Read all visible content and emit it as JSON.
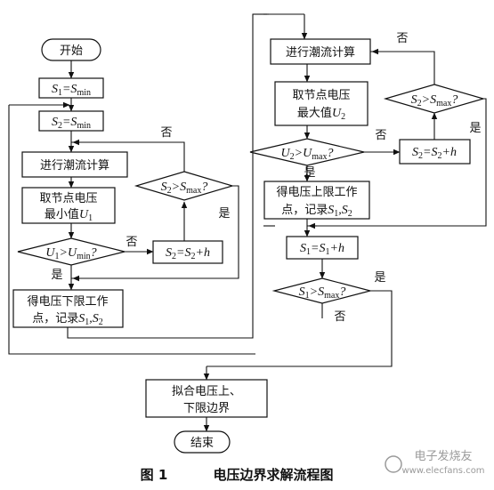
{
  "flow_left": {
    "start": "开始",
    "init_s1": "S1=Smin",
    "init_s2": "S2=Smin",
    "calc": "进行潮流计算",
    "take_min_l1": "取节点电压",
    "take_min_l2": "最小值U1",
    "cond_umin": "U1>Umin?",
    "incr_s2": "S2=S2+h",
    "cond_smax": "S2>Smax?",
    "record_low_l1": "得电压下限工作",
    "record_low_l2": "点，记录S1,S2"
  },
  "flow_right": {
    "calc": "进行潮流计算",
    "take_max_l1": "取节点电压",
    "take_max_l2": "最大值U2",
    "cond_umax": "U2>Umax?",
    "incr_s2": "S2=S2+h",
    "cond_smax": "S2>Smax?",
    "record_up_l1": "得电压上限工作",
    "record_up_l2": "点，记录S1,S2",
    "incr_s1": "S1=S1+h",
    "cond_s1max": "S1>Smax?"
  },
  "flow_end": {
    "fit_l1": "拟合电压上、",
    "fit_l2": "下限边界",
    "end": "结束"
  },
  "labels": {
    "yes": "是",
    "no": "否"
  },
  "caption": {
    "label": "图 1",
    "title": "电压边界求解流程图"
  },
  "watermark": {
    "text": "电子发烧友",
    "url": "www.elecfans.com"
  }
}
